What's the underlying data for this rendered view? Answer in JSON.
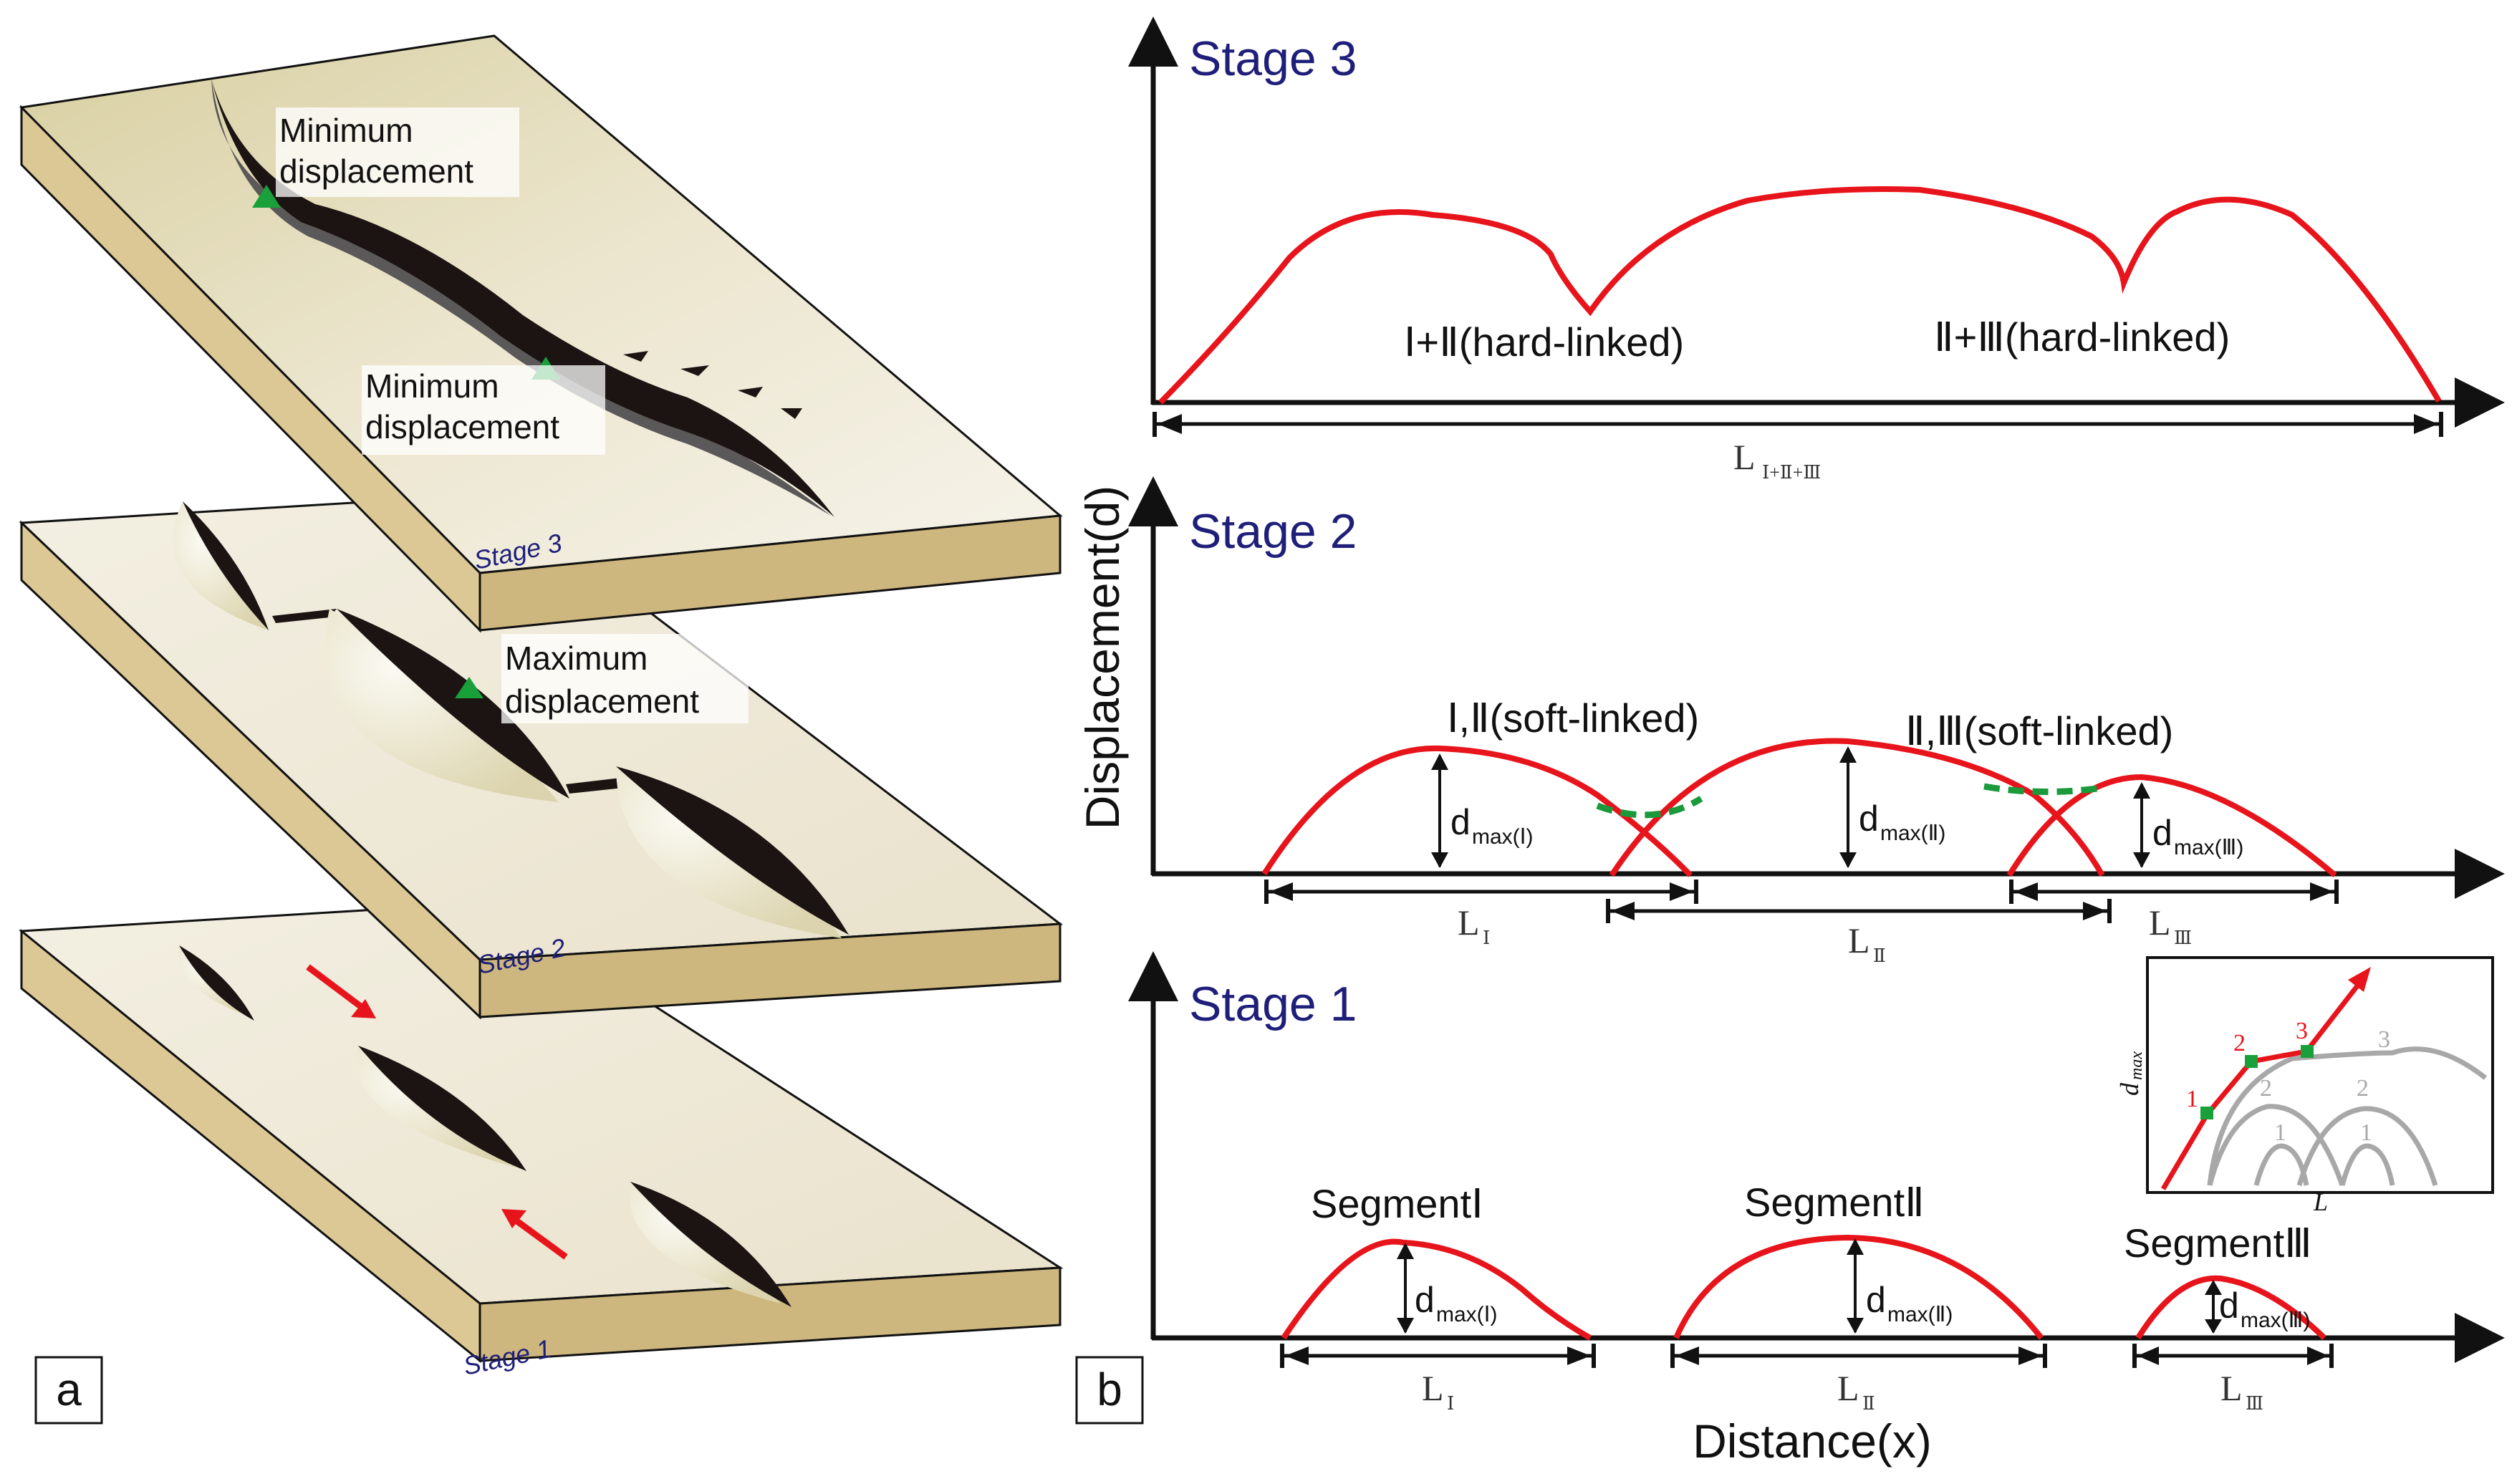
{
  "panel_a": {
    "letter": "a",
    "stage3_label": "Stage 3",
    "stage2_label": "Stage 2",
    "stage1_label": "Stage 1",
    "ann_min1_line1": "Minimum",
    "ann_min1_line2": "displacement",
    "ann_min2_line1": "Minimum",
    "ann_min2_line2": "displacement",
    "ann_max_line1": "Maximum",
    "ann_max_line2": "displacement"
  },
  "panel_b": {
    "letter": "b",
    "y_axis_title": "Displacement(d)",
    "x_axis_title": "Distance(x)",
    "stage3": {
      "title": "Stage 3",
      "link1": "Ⅰ+Ⅱ(hard-linked)",
      "link2": "Ⅱ+Ⅲ(hard-linked)",
      "length_main": "L",
      "length_sub": "Ⅰ+Ⅱ+Ⅲ"
    },
    "stage2": {
      "title": "Stage 2",
      "link1": "Ⅰ,Ⅱ(soft-linked)",
      "link2": "Ⅱ,Ⅲ(soft-linked)",
      "d_main": "d",
      "d1_sub": "max(Ⅰ)",
      "d2_sub": "max(Ⅱ)",
      "d3_sub": "max(Ⅲ)",
      "L_main": "L",
      "L1_sub": "Ⅰ",
      "L2_sub": "Ⅱ",
      "L3_sub": "Ⅲ"
    },
    "stage1": {
      "title": "Stage 1",
      "seg1": "SegmentⅠ",
      "seg2": "SegmentⅡ",
      "seg3": "SegmentⅢ",
      "d_main": "d",
      "d1_sub": "max(Ⅰ)",
      "d2_sub": "max(Ⅱ)",
      "d3_sub": "max(Ⅲ)",
      "L_main": "L",
      "L1_sub": "Ⅰ",
      "L2_sub": "Ⅱ",
      "L3_sub": "Ⅲ"
    },
    "inset": {
      "y_label": "d",
      "y_label_sub": "max",
      "x_label": "L",
      "red_1": "1",
      "red_2": "2",
      "red_3": "3",
      "gray_1a": "1",
      "gray_1b": "1",
      "gray_2a": "2",
      "gray_2b": "2",
      "gray_3": "3"
    }
  },
  "colors": {
    "curve": "#e8141b",
    "soft_link": "#1a9a3a",
    "stage_title": "#1f1f7a",
    "block_top": "#e8e0c4",
    "block_side": "#dcc894",
    "fault": "#1c1412",
    "arrow": "#e8141b",
    "inset_gray": "#a8a8a8",
    "marker": "#1aa03a"
  }
}
